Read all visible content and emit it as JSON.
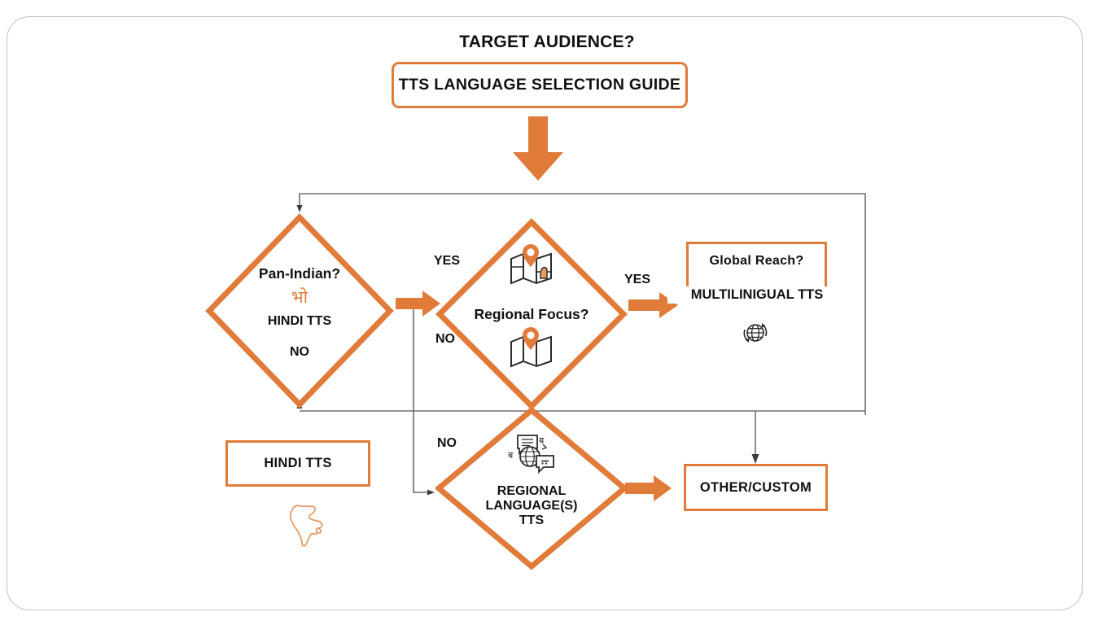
{
  "page": {
    "header_title": "TARGET AUDIENCE?",
    "accent_color": "#E07B39",
    "connector_color": "#6E6E6E",
    "frame_color": "#BFBFBF",
    "background": "#FFFFFF"
  },
  "title_box": {
    "label": "TTS LANGUAGE SELECTION GUIDE"
  },
  "nodes": {
    "pan_indian": {
      "question": "Pan-Indian?",
      "devanagari": "भो",
      "output": "HINDI TTS",
      "branch": "NO"
    },
    "regional_focus": {
      "question": "Regional Focus?"
    },
    "regional_language": {
      "line1": "REGIONAL",
      "line2": "LANGUAGE(S)",
      "line3": "TTS"
    },
    "global_reach": {
      "question": "Global Reach?",
      "output": "MULTILINIGUAL TTS"
    },
    "hindi_tts": {
      "label": "HINDI TTS"
    },
    "other_custom": {
      "label": "OTHER/CUSTOM"
    }
  },
  "edge_labels": {
    "pan_indian_yes": "YES",
    "regional_focus_no": "NO",
    "regional_focus_yes": "YES",
    "to_regional_language_no": "NO"
  },
  "icons": {
    "main_down_arrow": "down-arrow-icon",
    "map_pin_top": "map-pin-icon",
    "map_pin_bottom": "map-pin-icon",
    "globe_multilingual": "globe-rotate-icon",
    "translate": "translate-chat-icon",
    "india_outline": "india-map-icon",
    "arrow_pan_to_regional": "right-arrow-icon",
    "arrow_regional_to_global": "right-arrow-icon",
    "arrow_lang_to_other": "right-arrow-icon"
  },
  "chart_data": {
    "type": "flowchart",
    "title": "TTS LANGUAGE SELECTION GUIDE",
    "nodes": [
      {
        "id": "start",
        "label": "TTS LANGUAGE SELECTION GUIDE",
        "shape": "rounded-rect"
      },
      {
        "id": "pan_indian",
        "label": "Pan-Indian? / HINDI TTS",
        "shape": "diamond"
      },
      {
        "id": "regional_focus",
        "label": "Regional Focus?",
        "shape": "diamond"
      },
      {
        "id": "global_reach",
        "label": "Global Reach? / MULTILINIGUAL TTS",
        "shape": "rect"
      },
      {
        "id": "regional_language",
        "label": "REGIONAL LANGUAGE(S) TTS",
        "shape": "diamond"
      },
      {
        "id": "hindi_tts",
        "label": "HINDI TTS",
        "shape": "rect"
      },
      {
        "id": "other_custom",
        "label": "OTHER/CUSTOM",
        "shape": "rect"
      }
    ],
    "edges": [
      {
        "from": "start",
        "to": "pan_indian",
        "label": ""
      },
      {
        "from": "pan_indian",
        "to": "regional_focus",
        "label": "YES"
      },
      {
        "from": "regional_focus",
        "to": "global_reach",
        "label": "YES"
      },
      {
        "from": "regional_focus",
        "to": "regional_language",
        "label": "NO"
      },
      {
        "from": "global_reach",
        "to": "other_custom",
        "label": ""
      },
      {
        "from": "regional_language",
        "to": "other_custom",
        "label": ""
      },
      {
        "from": "pan_indian",
        "to": "pan_indian",
        "label": "NO"
      }
    ]
  }
}
